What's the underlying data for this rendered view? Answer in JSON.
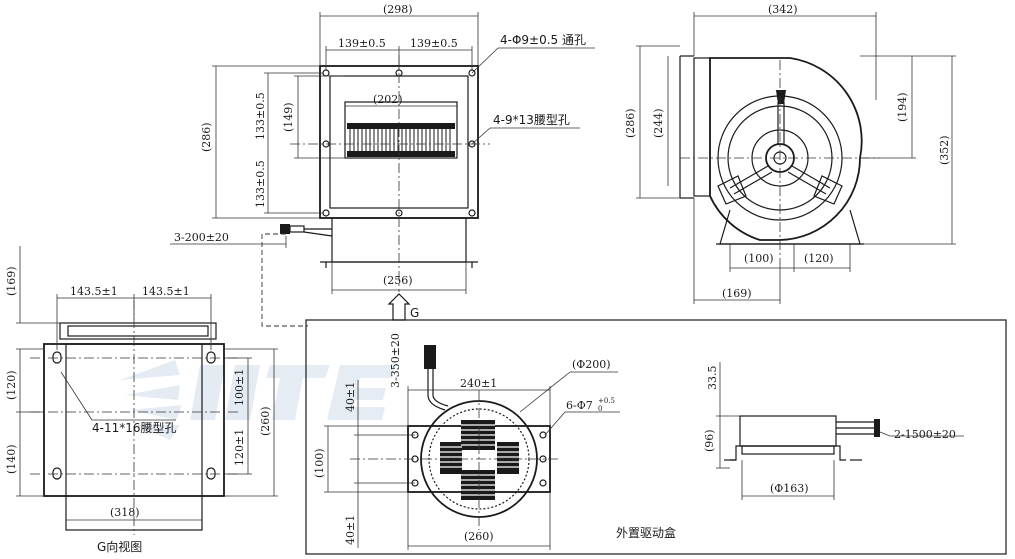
{
  "labels": {
    "front": {
      "w298": "(298)",
      "w139a": "139±0.5",
      "w139b": "139±0.5",
      "w202": "(202)",
      "h286": "(286)",
      "h149": "(149)",
      "h133a": "133±0.5",
      "h133b": "133±0.5",
      "w256": "(256)",
      "holes_thru": "4-Φ9±0.5 通孔",
      "holes_waist": "4-9*13腰型孔",
      "cable": "3-200±20",
      "view_arrow": "G"
    },
    "side": {
      "w342": "(342)",
      "h286": "(286)",
      "h244": "(244)",
      "h194": "(194)",
      "h352": "(352)",
      "w100": "(100)",
      "w120": "(120)",
      "w169": "(169)"
    },
    "gview": {
      "h169": "(169)",
      "w143a": "143.5±1",
      "w143b": "143.5±1",
      "h120": "(120)",
      "h140": "(140)",
      "holes": "4-11*16腰型孔",
      "h100": "100±1",
      "h120t": "120±1",
      "h260": "(260)",
      "w318": "(318)",
      "caption": "G向视图"
    },
    "box": {
      "cable": "3-350±20",
      "w240": "240±1",
      "d200": "(Φ200)",
      "holes": "6-Φ7",
      "holes_tol_up": "+0.5",
      "holes_tol_dn": "0",
      "h40a": "40±1",
      "h40b": "40±1",
      "h100": "(100)",
      "w260": "(260)",
      "h33": "33.5",
      "h96": "(96)",
      "cable2": "2-1500±20",
      "d163": "(Φ163)",
      "caption": "外置驱动盒"
    }
  }
}
